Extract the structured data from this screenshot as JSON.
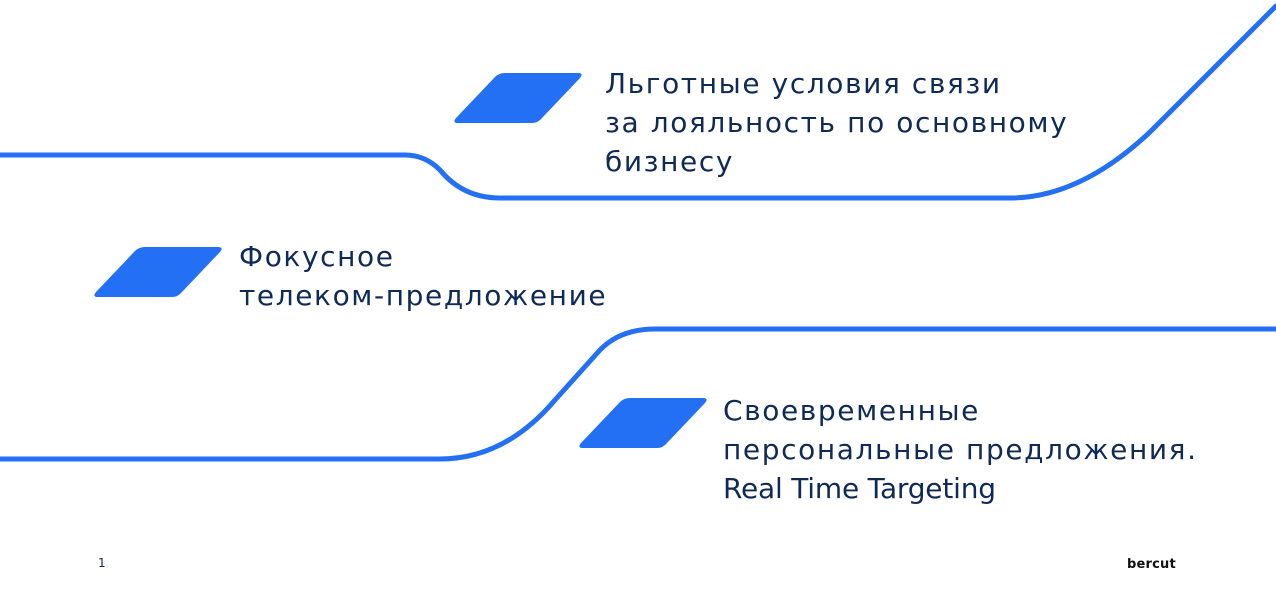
{
  "colors": {
    "accent": "#2470f4",
    "text": "#0f2a57"
  },
  "blocks": [
    {
      "lines": [
        "Льготные условия связи",
        "за лояльность по основному",
        "бизнесу"
      ]
    },
    {
      "lines": [
        "Фокусное",
        "телеком-предложение"
      ]
    },
    {
      "lines": [
        "Своевременные",
        "персональные  предложения.",
        "Real Time Targeting"
      ]
    }
  ],
  "footer": {
    "page_number": "1",
    "logo_text": "bercut"
  }
}
